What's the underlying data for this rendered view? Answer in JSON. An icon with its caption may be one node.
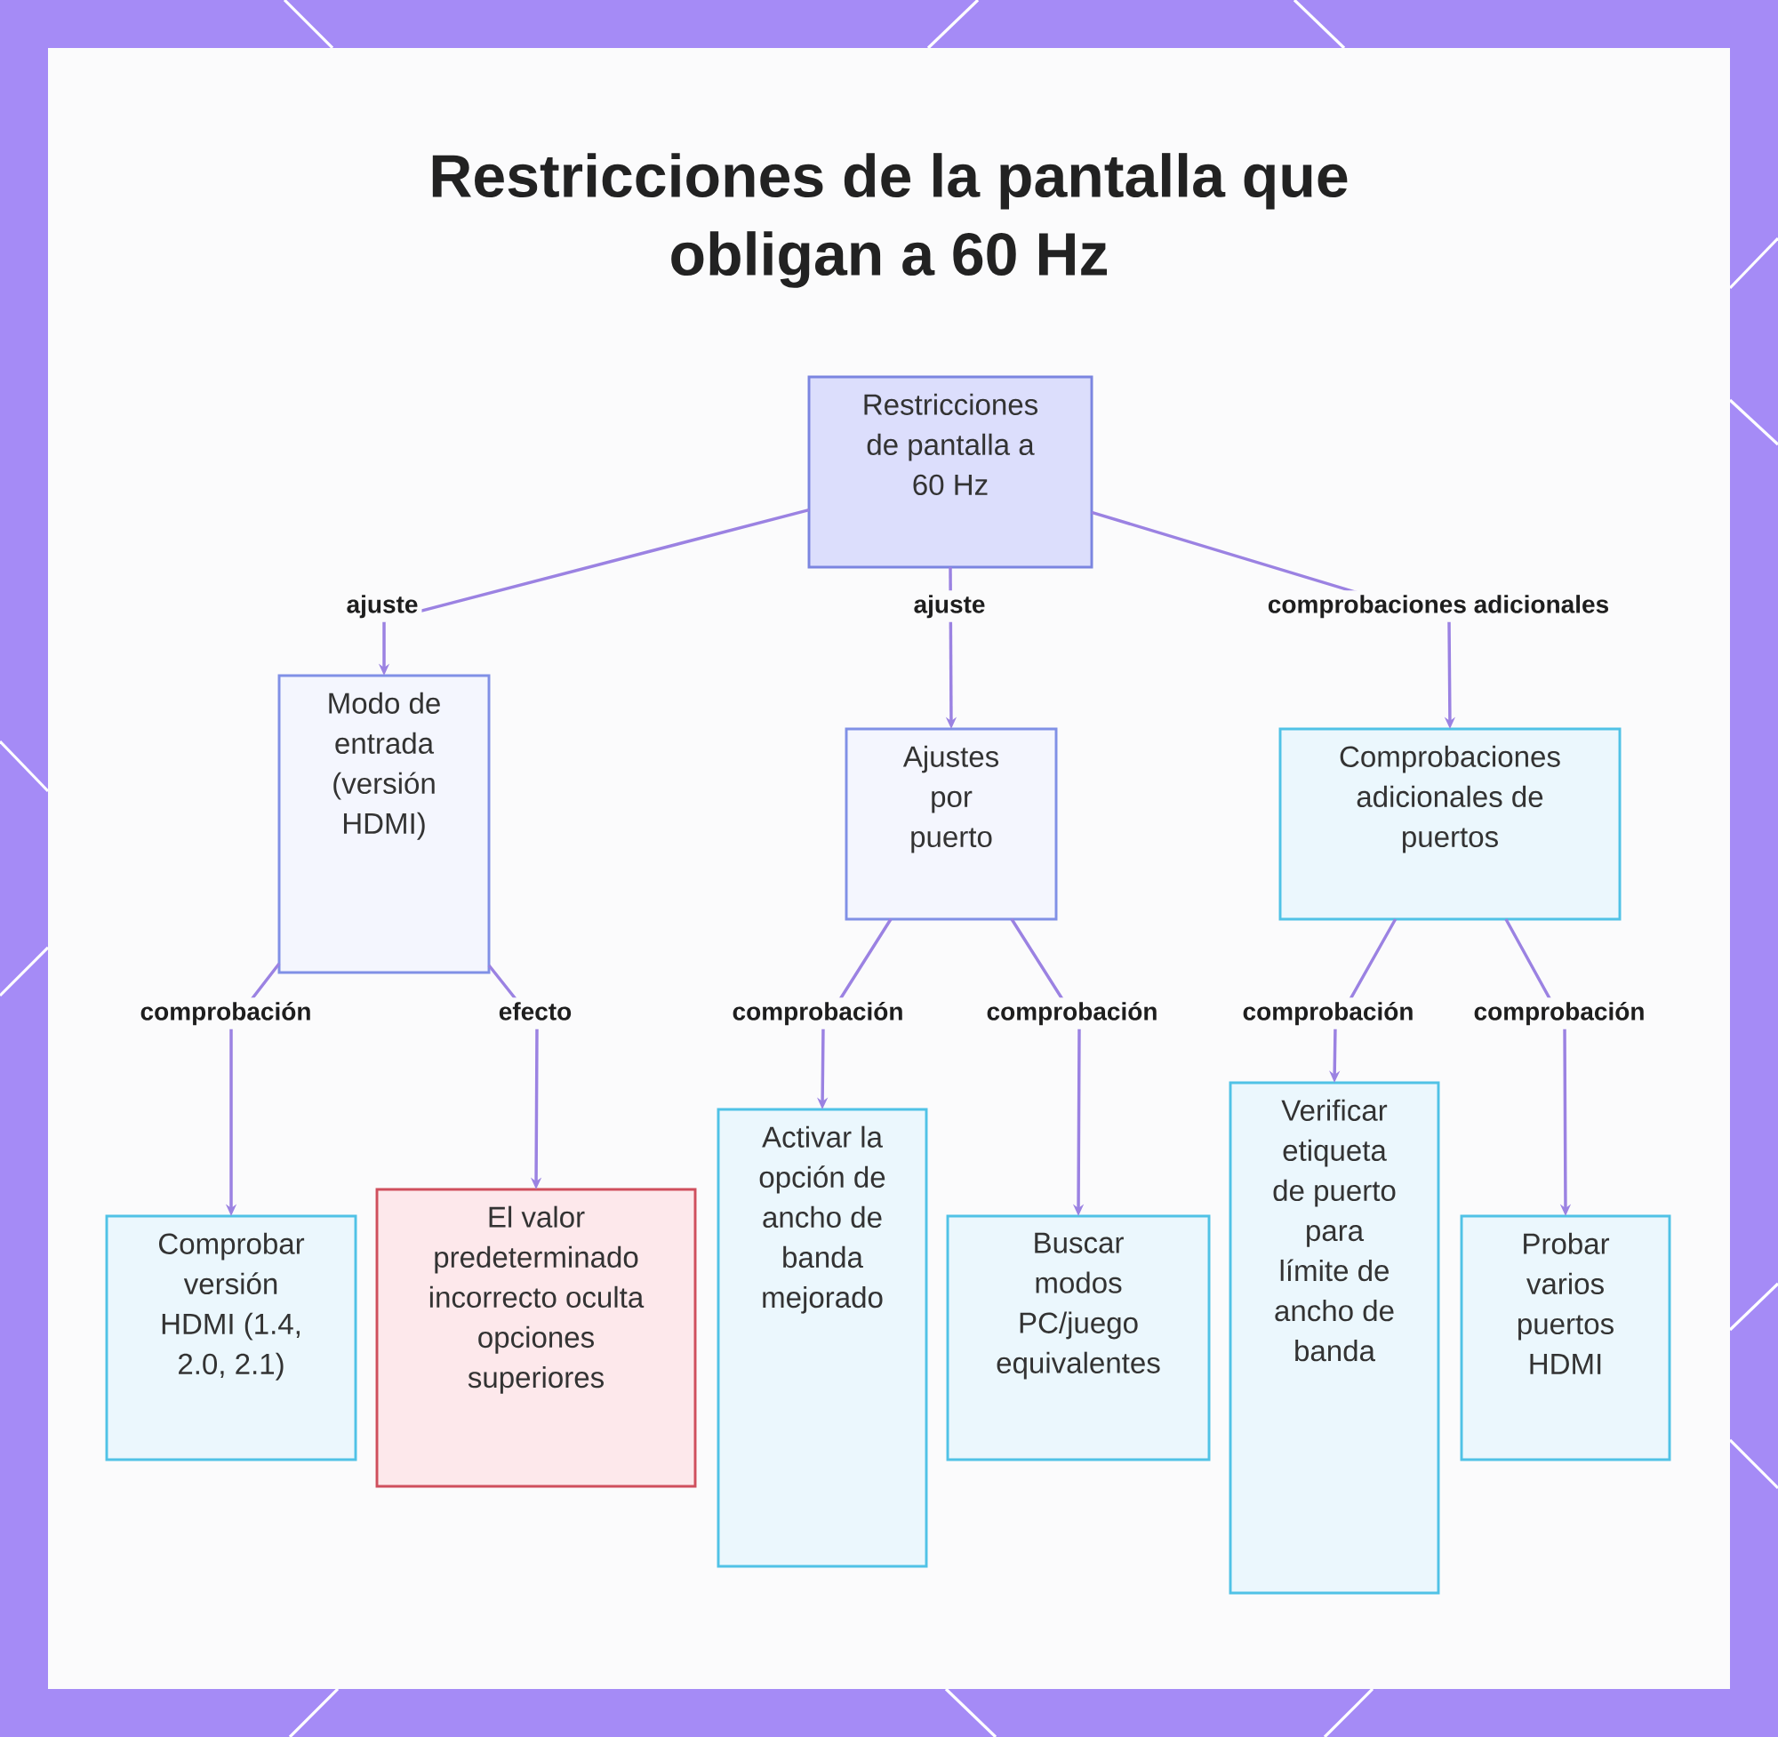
{
  "diagram": {
    "title": "Restricciones de la pantalla que obligan a 60 Hz",
    "nodes": [
      {
        "text": [
          "Restricciones de pantalla a 60 Hz"
        ]
      },
      {
        "text": [
          "Modo de entrada (versión HDMI)"
        ]
      },
      {
        "text": [
          "Ajustes por puerto"
        ]
      },
      {
        "text": [
          "Comprobaciones adicionales de puertos"
        ]
      },
      {
        "text": [
          "Comprobar versión HDMI (1.4, 2.0, 2.1)"
        ]
      },
      {
        "text": [
          "El valor predeterminado incorrecto oculta opciones superiores"
        ]
      },
      {
        "text": [
          "Activar la opción de ancho de banda mejorado"
        ]
      },
      {
        "text": [
          "Buscar modos PC/juego equivalentes"
        ]
      },
      {
        "text": [
          "Verificar etiqueta de puerto para límite de ancho de banda"
        ]
      },
      {
        "text": [
          "Probar varios puertos HDMI"
        ]
      }
    ],
    "edges": [
      {
        "from": 0,
        "to": 1,
        "arrow": "to",
        "label": "ajuste"
      },
      {
        "from": 0,
        "to": 2,
        "arrow": "to",
        "label": "ajuste"
      },
      {
        "from": 0,
        "to": 3,
        "arrow": "to",
        "label": "comprobaciones adicionales"
      },
      {
        "from": 1,
        "to": 4,
        "arrow": "to",
        "label": "comprobación"
      },
      {
        "from": 1,
        "to": 5,
        "arrow": "to",
        "label": "efecto"
      },
      {
        "from": 2,
        "to": 6,
        "arrow": "to",
        "label": "comprobación"
      },
      {
        "from": 2,
        "to": 7,
        "arrow": "to",
        "label": "comprobación"
      },
      {
        "from": 3,
        "to": 8,
        "arrow": "to",
        "label": "comprobación"
      },
      {
        "from": 3,
        "to": 9,
        "arrow": "to",
        "label": "comprobación"
      }
    ]
  }
}
